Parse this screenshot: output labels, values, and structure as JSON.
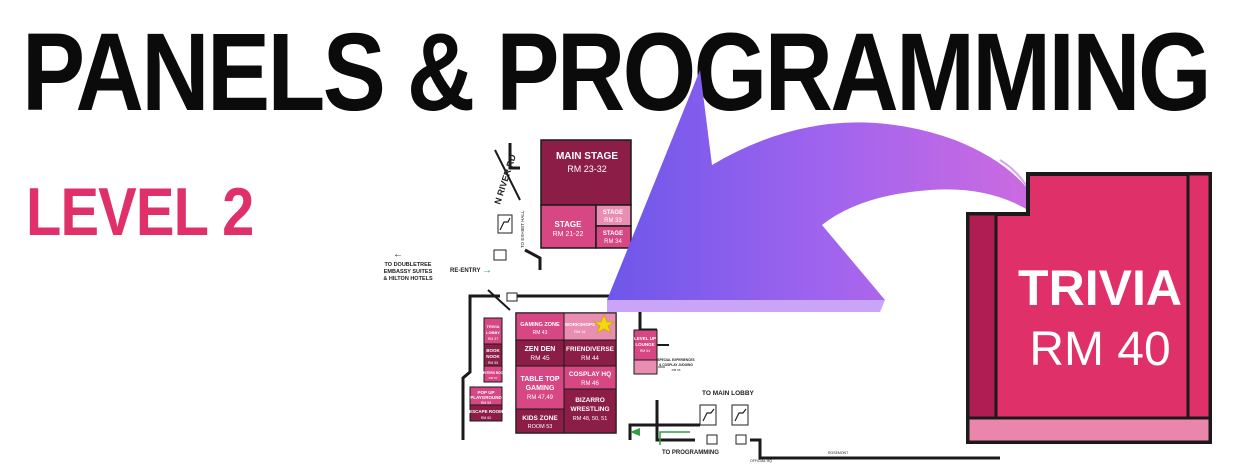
{
  "header": {
    "title": "PANELS & PROGRAMMING",
    "subtitle": "LEVEL 2"
  },
  "colors": {
    "title": "#0b0b0b",
    "accent": "#e0306a",
    "room_dark": "#8c1d46",
    "room_mid": "#d64783",
    "room_light": "#e98db3",
    "arrow": "#9b5cf0",
    "wall": "#1a1a1a"
  },
  "map": {
    "streets": {
      "n_river_rd": "N RIVER RD",
      "to_exhibit_hall": "TO EXHIBIT HALL",
      "to_hotels_1": "TO DOUBLETREE",
      "to_hotels_2": "EMBASSY SUITES",
      "to_hotels_3": "& HILTON HOTELS",
      "re_entry": "RE-ENTRY",
      "to_main_lobby": "TO MAIN LOBBY",
      "to_programming": "TO PROGRAMMING",
      "small_1": "OFFICIAL HQ",
      "small_2": "ROSEMONT"
    },
    "rooms": {
      "main_stage": {
        "name": "MAIN STAGE",
        "room": "RM 23-32"
      },
      "stage_21": {
        "name": "STAGE",
        "room": "RM 21-22"
      },
      "stage_33": {
        "name": "STAGE",
        "room": "RM 33"
      },
      "stage_34": {
        "name": "STAGE",
        "room": "RM 34"
      },
      "gaming_zone": {
        "name": "GAMING ZONE",
        "room": "RM 43"
      },
      "workshops": {
        "name": "WORKSHOPS",
        "room": "RM 41"
      },
      "zen_den": {
        "name": "ZEN DEN",
        "room": "RM 45"
      },
      "friendiverse": {
        "name": "FRIENDIVERSE",
        "room": "RM 44"
      },
      "table_top": {
        "name1": "TABLE TOP",
        "name2": "GAMING",
        "room": "RM 47,49"
      },
      "cosplay_hq": {
        "name": "COSPLAY HQ",
        "room": "RM 46"
      },
      "bizarro": {
        "name1": "BIZARRO",
        "name2": "WRESTLING",
        "room": "RM 48, 50, 51"
      },
      "kids_zone": {
        "name": "KIDS ZONE",
        "room": "ROOM 53"
      },
      "trivia_lobby": {
        "name1": "TRIVIA",
        "name2": "LOBBY",
        "room": "RM 37"
      },
      "book_nook": {
        "name1": "BOOK",
        "name2": "NOOK",
        "room": "RM 55"
      },
      "writers_room": {
        "name": "WRITERS ROOM",
        "room": "RM 57"
      },
      "pop_up": {
        "name1": "POP UP",
        "name2": "PLAYGROUND",
        "room": "RM 59"
      },
      "escape_room": {
        "name": "ESCAPE ROOM",
        "room": "RM 60"
      },
      "level_up": {
        "name1": "LEVEL UP",
        "name2": "LOUNGE",
        "room": "RM 54"
      },
      "special_exp": {
        "name1": "SPECIAL EXPERIENCES",
        "name2": "& COSPLAY JUDGING",
        "room": "RM 56"
      }
    }
  },
  "zoom": {
    "name": "TRIVIA",
    "room": "RM 40"
  }
}
